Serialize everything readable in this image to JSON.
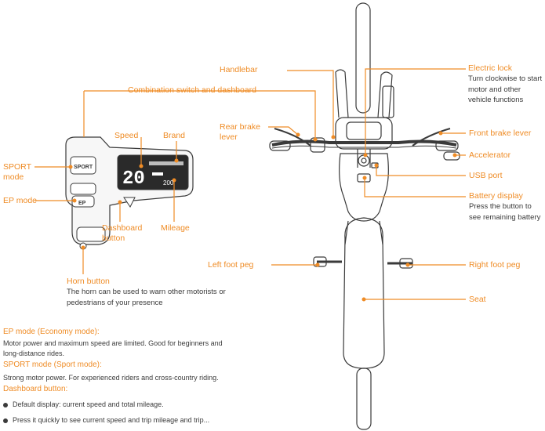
{
  "labels": {
    "handlebar": "Handlebar",
    "combination": "Combination switch and dashboard",
    "speed": "Speed",
    "brand": "Brand",
    "sport_mode": "SPORT\nmode",
    "ep_mode": "EP mode",
    "dashboard_button": "Dashboard\nbutton",
    "mileage": "Mileage",
    "rear_brake": "Rear brake\nlever",
    "electric_lock": "Electric lock",
    "electric_lock_desc": "Turn clockwise to start motor and other vehicle functions",
    "front_brake": "Front brake lever",
    "accelerator": "Accelerator",
    "usb_port": "USB port",
    "battery_display": "Battery display",
    "battery_display_desc": "Press the button to see remaining battery",
    "left_peg": "Left foot peg",
    "right_peg": "Right foot peg",
    "seat": "Seat",
    "horn": "Horn button",
    "horn_desc": "The horn can be used to warn other motorists or pedestrians of your presence"
  },
  "dashboard": {
    "speed_value": "20",
    "mileage_value": "200",
    "sport_button": "SPORT",
    "ep_button": "EP"
  },
  "sections": {
    "ep_title": "EP mode (Economy mode):",
    "ep_text_1": "Motor power and maximum speed are limited. Good for beginners and",
    "ep_text_2": "long-distance rides.",
    "sport_title": "SPORT mode (Sport mode):",
    "sport_text": "Strong motor power. For experienced riders and cross-country riding.",
    "dash_title": "Dashboard button:",
    "bullet_1": "Default display: current speed and total mileage.",
    "bullet_2": "Press it quickly to see current speed and trip mileage and trip..."
  },
  "colors": {
    "accent": "#ef8c26",
    "line_art": "#3a3a3a",
    "text": "#3a3a3a"
  }
}
